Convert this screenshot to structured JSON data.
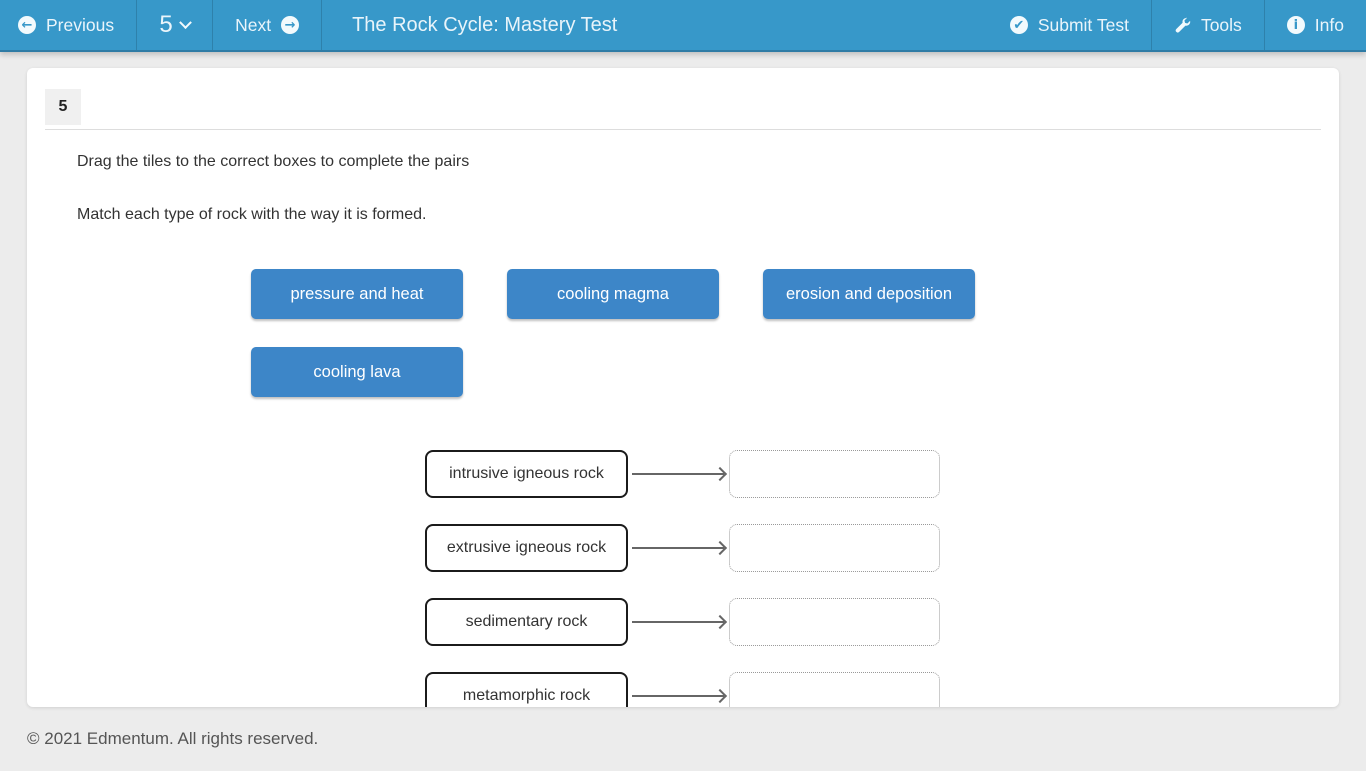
{
  "colors": {
    "topbar": "#3798c9",
    "topbar_dark": "#2e7ba5",
    "tile": "#3d86c8",
    "page_bg": "#ececec"
  },
  "topbar": {
    "previous_label": "Previous",
    "question_number": "5",
    "next_label": "Next",
    "title": "The Rock Cycle: Mastery Test",
    "submit_label": "Submit Test",
    "tools_label": "Tools",
    "info_label": "Info"
  },
  "question": {
    "number": "5",
    "instruction_1": "Drag the tiles to the correct boxes to complete the pairs",
    "instruction_2": "Match each type of rock with the way it is formed.",
    "tiles": [
      "pressure and heat",
      "cooling magma",
      "erosion and deposition",
      "cooling lava"
    ],
    "pairs": [
      {
        "label": "intrusive igneous rock",
        "value": ""
      },
      {
        "label": "extrusive igneous rock",
        "value": ""
      },
      {
        "label": "sedimentary rock",
        "value": ""
      },
      {
        "label": "metamorphic rock",
        "value": ""
      }
    ]
  },
  "footer": {
    "copyright": "© 2021 Edmentum. All rights reserved."
  },
  "icons": {
    "previous": "←",
    "next": "→",
    "submit": "✔",
    "info": "i"
  }
}
